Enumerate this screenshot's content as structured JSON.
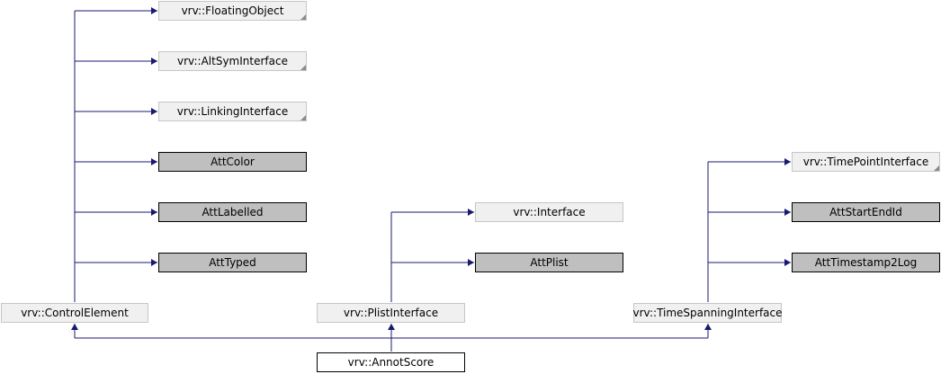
{
  "nodes": {
    "floating_object": "vrv::FloatingObject",
    "alt_sym_interface": "vrv::AltSymInterface",
    "linking_interface": "vrv::LinkingInterface",
    "att_color": "AttColor",
    "att_labelled": "AttLabelled",
    "att_typed": "AttTyped",
    "control_element": "vrv::ControlElement",
    "interface": "vrv::Interface",
    "att_plist": "AttPlist",
    "plist_interface": "vrv::PlistInterface",
    "time_point_interface": "vrv::TimePointInterface",
    "att_start_end_id": "AttStartEndId",
    "att_timestamp2_log": "AttTimestamp2Log",
    "time_spanning_interface": "vrv::TimeSpanningInterface",
    "annot_score": "vrv::AnnotScore"
  },
  "colors": {
    "edge": "#191970",
    "documented_fill": "#bfbfbf",
    "external_fill": "#f0f0f0"
  }
}
